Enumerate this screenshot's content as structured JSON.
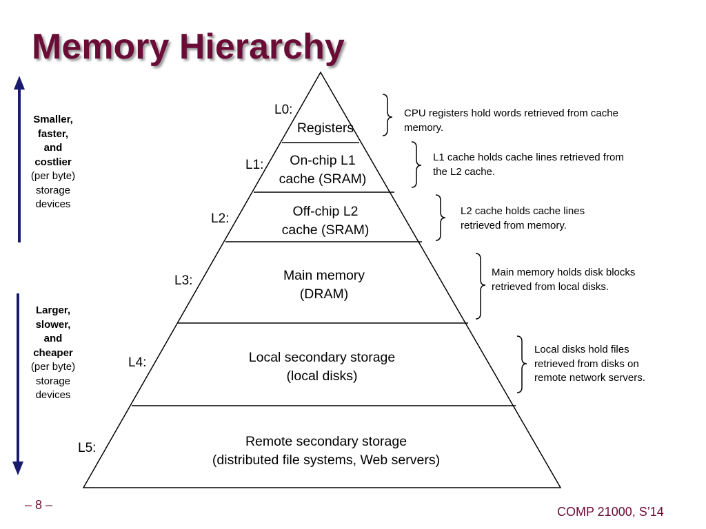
{
  "title": "Memory Hierarchy",
  "left_labels": {
    "top": {
      "bold_lines": [
        "Smaller,",
        "faster,",
        "and",
        "costlier"
      ],
      "plain_lines": [
        "(per byte)",
        "storage",
        "devices"
      ]
    },
    "bottom": {
      "bold_lines": [
        "Larger,",
        "slower,",
        "and",
        "cheaper"
      ],
      "plain_lines": [
        "(per byte)",
        "storage",
        "devices"
      ]
    }
  },
  "levels": [
    {
      "id": "L0:",
      "lines": [
        "Registers"
      ],
      "note": "CPU registers hold words retrieved from cache memory."
    },
    {
      "id": "L1:",
      "lines": [
        "On-chip L1",
        "cache (SRAM)"
      ],
      "note": "L1 cache holds cache lines retrieved from the L2 cache."
    },
    {
      "id": "L2:",
      "lines": [
        "Off-chip L2",
        "cache (SRAM)"
      ],
      "note": "L2 cache holds cache lines retrieved from memory."
    },
    {
      "id": "L3:",
      "lines": [
        "Main memory",
        "(DRAM)"
      ],
      "note": "Main memory holds disk blocks retrieved from local disks."
    },
    {
      "id": "L4:",
      "lines": [
        "Local secondary storage",
        "(local disks)"
      ],
      "note": "Local disks hold files retrieved from disks on remote network servers."
    },
    {
      "id": "L5:",
      "lines": [
        "Remote secondary storage",
        "(distributed file systems, Web servers)"
      ],
      "note": ""
    }
  ],
  "footer": {
    "page": "– 8 –",
    "course": "COMP 21000, S’14"
  },
  "colors": {
    "title": "#6a0d36",
    "arrows": "#1a1a6e",
    "lines": "#000000"
  }
}
